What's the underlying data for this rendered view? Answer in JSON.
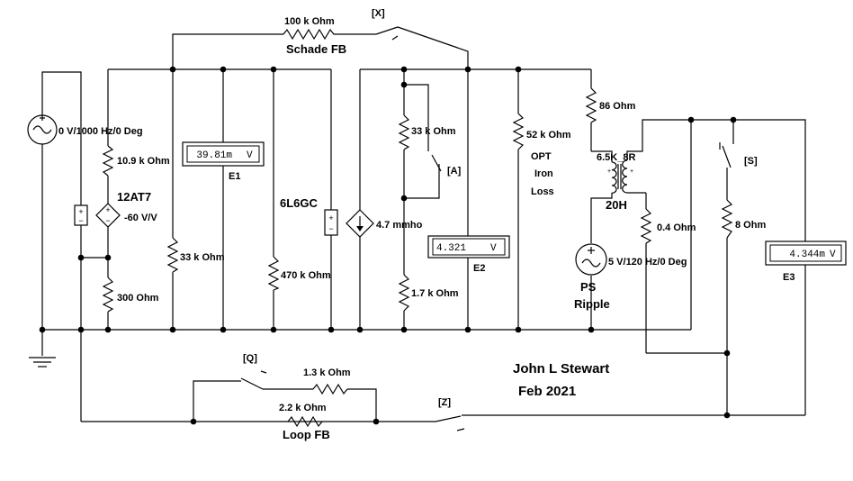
{
  "labels": {
    "r_fb_schade": "100 k Ohm",
    "sw_x": "[X]",
    "schade_fb": "Schade FB",
    "src_in": "0 V/1000 Hz/0 Deg",
    "r_10k9": "10.9 k Ohm",
    "tube1": "12AT7",
    "gain1": "-60 V/V",
    "r_300": "300  Ohm",
    "r_33k_a": "33 k Ohm",
    "meter_e1_value": "39.81m",
    "meter_e1_unit": "V",
    "e1": "E1",
    "tube2": "6L6GC",
    "r_470k": "470 k Ohm",
    "gm": "4.7 mmho",
    "r_33k_b": "33 k Ohm",
    "sw_a": "[A]",
    "r_1k7": "1.7 k Ohm",
    "meter_e2_value": "4.321",
    "meter_e2_unit": "V",
    "e2": "E2",
    "r_52k": "52 k Ohm",
    "opt1": "OPT",
    "opt2": "Iron",
    "opt3": "Loss",
    "r_86": "86  Ohm",
    "xfmr": "6.5K_8R",
    "choke": "20H",
    "r_0_4": "0.4  Ohm",
    "ps_src": "5 V/120 Hz/0 Deg",
    "ps1": "PS",
    "ps2": "Ripple",
    "sw_s": "[S]",
    "r_8": "8  Ohm",
    "meter_e3_value": "4.344m",
    "meter_e3_unit": "V",
    "e3": "E3",
    "sw_q": "[Q]",
    "r_1k3": "1.3 k Ohm",
    "r_2k2": "2.2 k Ohm",
    "loop_fb": "Loop FB",
    "sw_z": "[Z]",
    "author": "John L Stewart",
    "date": "Feb 2021"
  }
}
